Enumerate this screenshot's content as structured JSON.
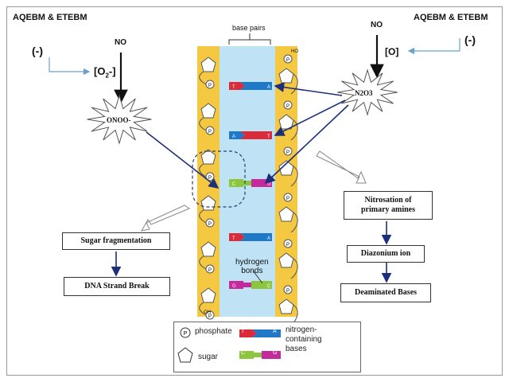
{
  "agents": {
    "left": {
      "label": "AQEBM & ETEBM",
      "sign": "(-)",
      "radical": "NO",
      "species": "[O",
      "species_sub": "2",
      "species_end": "-]",
      "burst": "ONOO-"
    },
    "right": {
      "label": "AQEBM & ETEBM",
      "sign": "(-)",
      "radical": "NO",
      "species": "[O]",
      "burst": "N2O3"
    }
  },
  "dna": {
    "base_pairs_label": "base pairs",
    "hydrogen_bonds_label": "hydrogen\nbonds",
    "phosphate_mark": "P",
    "end_top": "HO",
    "end_bottom": "OH",
    "pair_letters": [
      [
        "T",
        "A"
      ],
      [
        "A",
        "T"
      ],
      [
        "C",
        "G"
      ],
      [
        "T",
        "A"
      ],
      [
        "G",
        "C"
      ]
    ]
  },
  "left_pathway": [
    "Sugar fragmentation",
    "DNA Strand Break"
  ],
  "right_pathway": [
    "Nitrosation of\nprimary amines",
    "Diazonium ion",
    "Deaminated Bases"
  ],
  "legend": {
    "phosphate": "phosphate",
    "sugar": "sugar",
    "bases": "nitrogen-\ncontaining\nbases",
    "pair_a": [
      "T",
      "A"
    ],
    "pair_b": [
      "C",
      "G"
    ]
  },
  "colors": {
    "backbone": "#f5c842",
    "inner": "#bfe3f5",
    "red": "#d92b3a",
    "blue": "#1f78c8",
    "green": "#8cc63f",
    "magenta": "#c42a9c",
    "arrow": "#1c2f7a"
  }
}
